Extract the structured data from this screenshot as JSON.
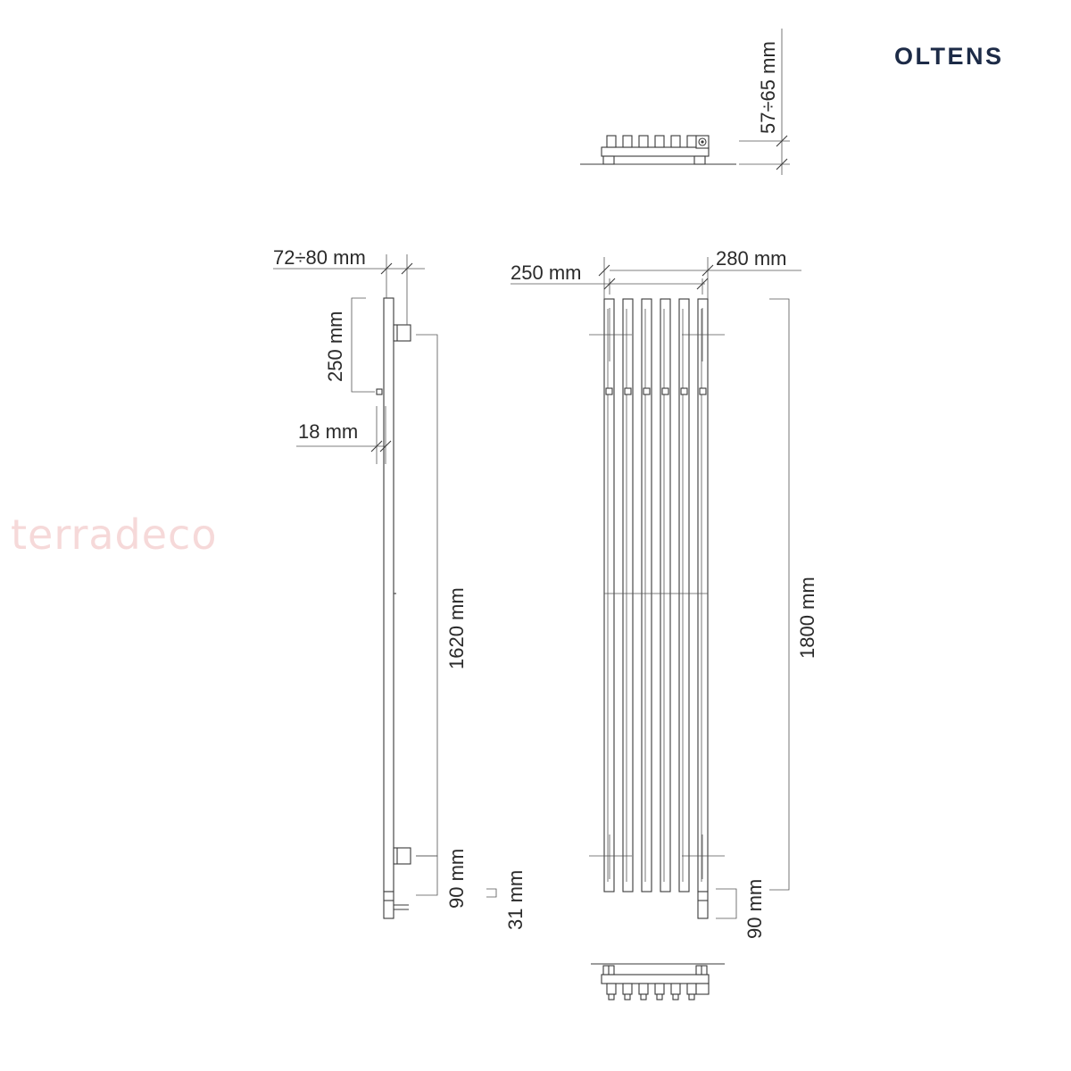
{
  "brand": {
    "name": "OLTENS"
  },
  "watermark": {
    "text": "terradeco"
  },
  "dimensions": {
    "top_depth": "57÷65 mm",
    "side_depth": "72÷80 mm",
    "side_top_250": "250 mm",
    "side_18": "18 mm",
    "side_1620": "1620 mm",
    "side_90": "90 mm",
    "side_31": "31 mm",
    "front_250": "250 mm",
    "front_280": "280 mm",
    "front_1800": "1800 mm",
    "front_90": "90 mm"
  }
}
